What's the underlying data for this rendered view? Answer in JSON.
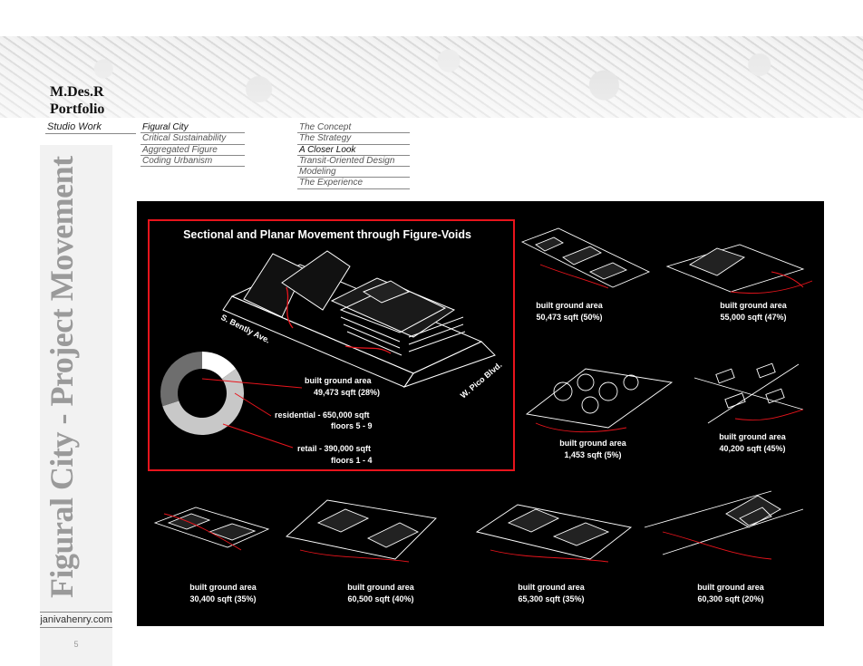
{
  "header": {
    "title_line1": "M.Des.R",
    "title_line2": "Portfolio",
    "section_label": "Studio Work"
  },
  "nav": {
    "projects": [
      "Figural City",
      "Critical Sustainability",
      "Aggregated Figure",
      "Coding Urbanism"
    ],
    "active_project": "Figural City",
    "subsections": [
      "The Concept",
      "The Strategy",
      "A Closer Look",
      "Transit-Oriented Design",
      "Modeling",
      "The Experience"
    ],
    "active_subsection": "A Closer Look"
  },
  "sidebar": {
    "vertical_title": "Figural City - Project Movement",
    "url": "janivahenry.com",
    "page_number": "5"
  },
  "figure": {
    "main_title": "Sectional and Planar Movement through Figure-Voids",
    "street_left": "S. Bently Ave.",
    "street_right": "W. Pico Blvd.",
    "donut": {
      "built_label": "built ground area",
      "built_value": "49,473 sqft (28%)",
      "residential_label": "residential - 650,000 sqft",
      "residential_floors": "floors 5 - 9",
      "retail_label": "retail - 390,000 sqft",
      "retail_floors": "floors 1 - 4",
      "segments": [
        {
          "name": "built",
          "fraction": 0.15,
          "color": "#ffffff"
        },
        {
          "name": "residential",
          "fraction": 0.55,
          "color": "#c8c8c8"
        },
        {
          "name": "retail",
          "fraction": 0.3,
          "color": "#6e6e6e"
        }
      ]
    },
    "panels": [
      {
        "label": "built ground area",
        "value": "50,473 sqft (50%)"
      },
      {
        "label": "built ground area",
        "value": "55,000 sqft (47%)"
      },
      {
        "label": "built ground area",
        "value": "1,453 sqft (5%)"
      },
      {
        "label": "built ground area",
        "value": "40,200 sqft (45%)"
      },
      {
        "label": "built ground area",
        "value": "30,400 sqft (35%)"
      },
      {
        "label": "built ground area",
        "value": "60,500 sqft (40%)"
      },
      {
        "label": "built ground area",
        "value": "65,300 sqft (35%)"
      },
      {
        "label": "built ground area",
        "value": "60,300 sqft (20%)"
      }
    ],
    "colors": {
      "accent": "#e8141c",
      "background": "#000000",
      "linework": "#ffffff"
    }
  }
}
